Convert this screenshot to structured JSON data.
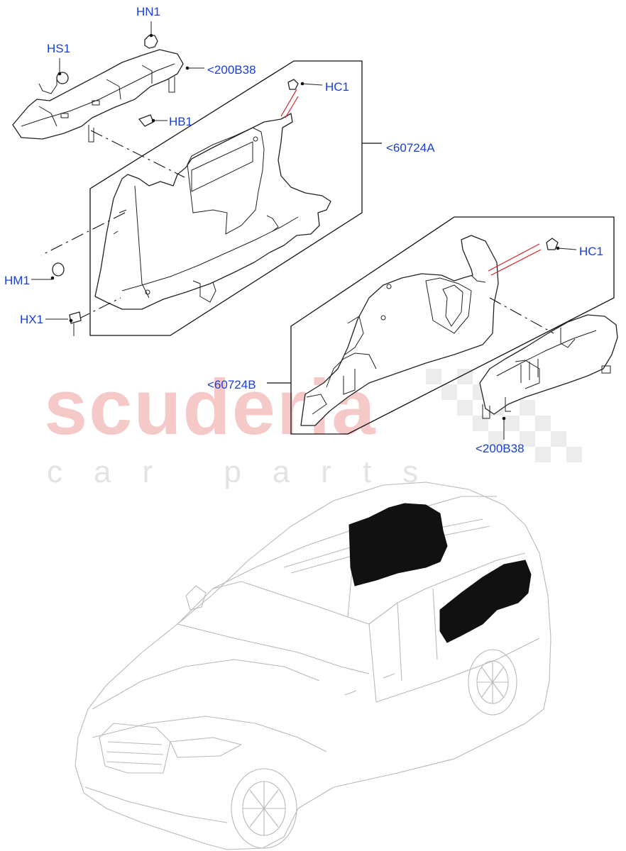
{
  "watermark": {
    "brand": "scuderia",
    "tagline": "car parts"
  },
  "callouts": {
    "hn1": "HN1",
    "hs1": "HS1",
    "ref_200b38_top": "<200B38",
    "hc1_top": "HC1",
    "hb1": "HB1",
    "ref_60724a": "<60724A",
    "hc1_right": "HC1",
    "hm1": "HM1",
    "hx1": "HX1",
    "ref_60724b": "<60724B",
    "ref_200b38_bottom": "<200B38"
  },
  "colors": {
    "callout_text": "#1a3fd6",
    "watermark_red": "#f6c9c9",
    "watermark_grey": "#e3e3e3",
    "highlight_part": "#111111"
  },
  "icons": [
    "fastener-clip-icon",
    "screw-icon",
    "push-pin-icon"
  ]
}
